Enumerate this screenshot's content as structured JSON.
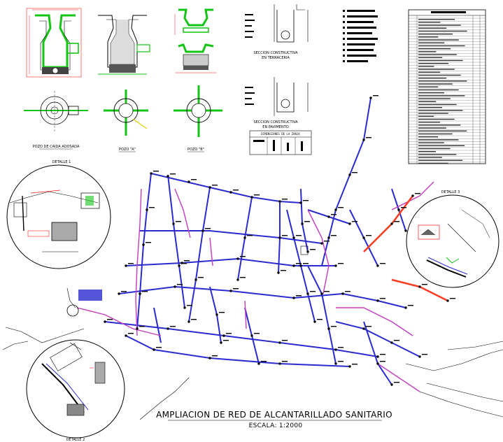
{
  "drawing": {
    "title": "AMPLIACION DE RED DE ALCANTARILLADO SANITARIO",
    "scale": "ESCALA: 1:2000"
  },
  "details": {
    "detail1": "DETALLE 1",
    "detail2": "DETALLE 2",
    "detail3": "DETALLE 3"
  },
  "sections": {
    "terraceria_line1": "SECCION CONSTRUCTIVA",
    "terraceria_line2": "EN TERRACERIA",
    "pavimento_line1": "SECCION CONSTRUCTIVA",
    "pavimento_line2": "EN PAVIMENTO",
    "trench_table_title": "DIMENSIONES DE LA ZANJA"
  },
  "wells": {
    "caida_adosada": "POZO DE CAIDA ADOSADA",
    "pozo_a": "POZO \"A\"",
    "pozo_b": "POZO \"B\""
  },
  "colors": {
    "network": "#2b2bd0",
    "network_alt": "#c43bbf",
    "outfall": "#ff3b1f",
    "green": "#15c415",
    "red": "#ff1a1a",
    "black": "#000000"
  }
}
